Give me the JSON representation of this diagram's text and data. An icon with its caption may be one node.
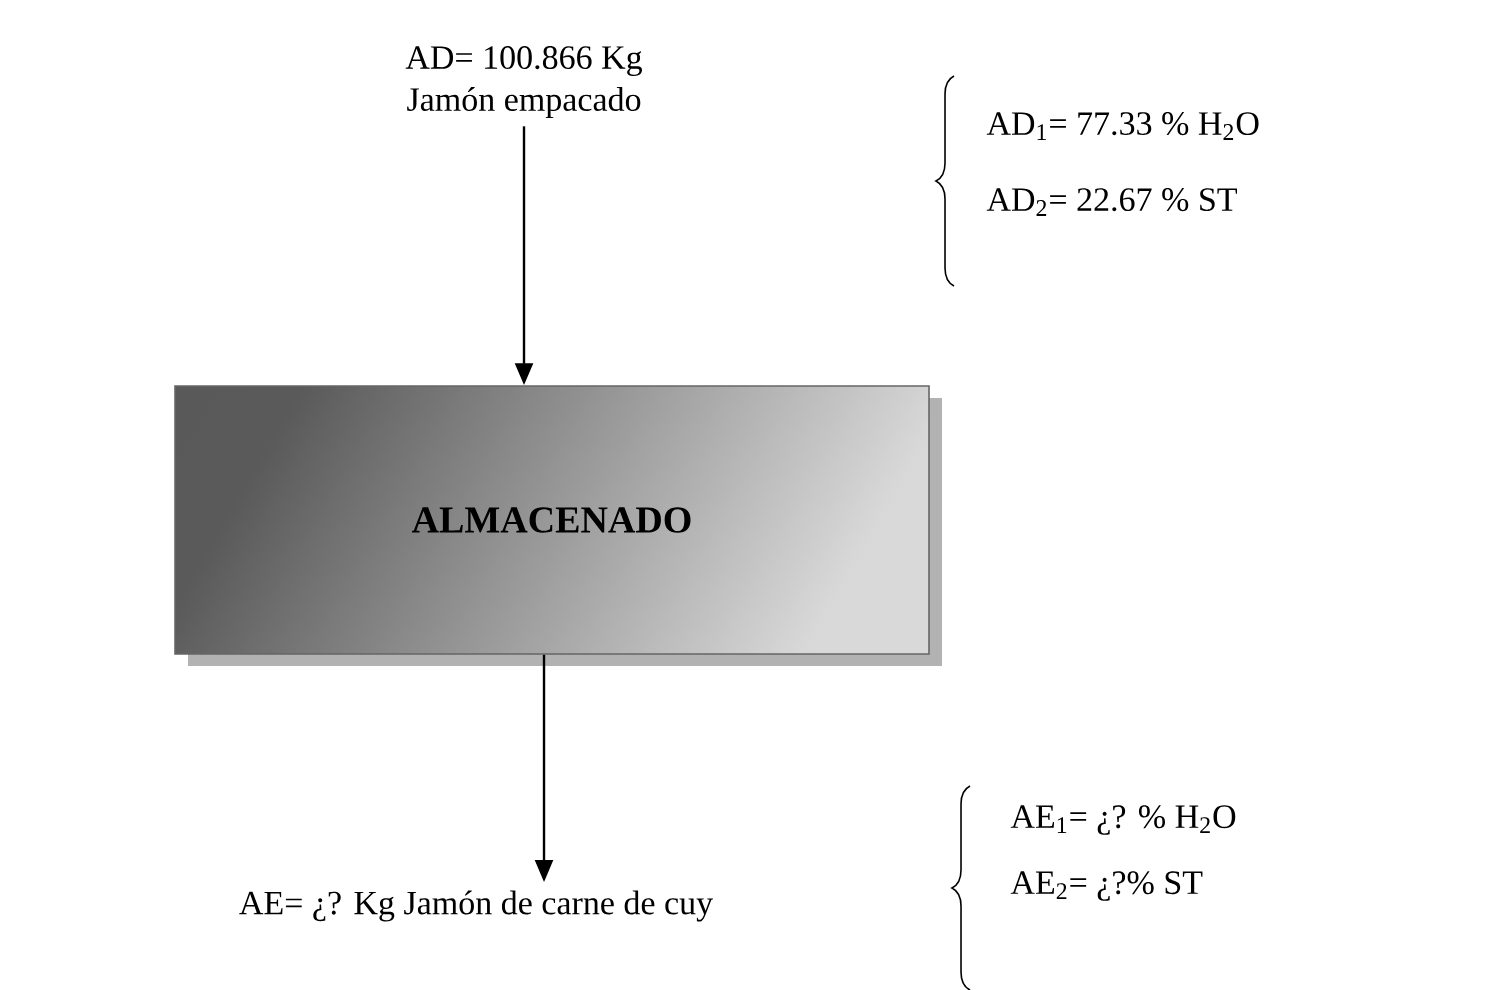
{
  "diagram": {
    "nodes": [
      {
        "text": [
          "AD= 100.866 Kg",
          "Jamón empacado"
        ]
      },
      {
        "text": [
          "ALMACENADO"
        ]
      },
      {
        "text": [
          "AE= ¿? Kg Jamón de carne de cuy"
        ]
      }
    ],
    "edges": [
      {
        "from": 0,
        "to": 1,
        "arrow": "to"
      },
      {
        "from": 1,
        "to": 2,
        "arrow": "to"
      }
    ],
    "labels": [
      "AD$_{1}$= 77.33 % H$_{2}$O",
      "AD$_{2}$= 22.67 % ST",
      "AE$_{1}$= ¿? % H$_{2}$O",
      "AE$_{2}$= ¿?% ST"
    ]
  }
}
